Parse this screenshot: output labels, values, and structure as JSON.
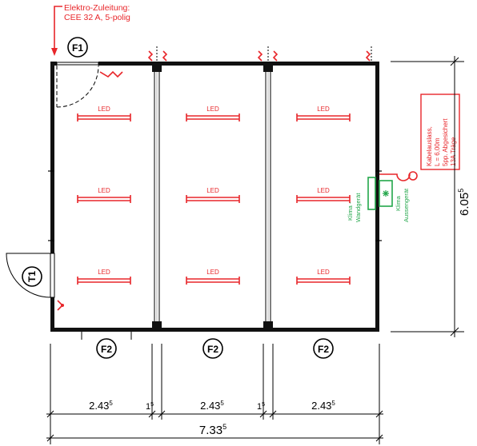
{
  "supply": {
    "line1": "Elektro-Zuleitung:",
    "line2": "CEE 32 A, 5-polig"
  },
  "labels": {
    "f1": "F1",
    "f2": "F2",
    "t1": "T1",
    "led": "LED"
  },
  "cable_box": {
    "line1": "Kabelauslass,",
    "line2": "L = 6,00m",
    "line3": "5pp. Abgesichert",
    "line4": "13A Träge"
  },
  "climate": {
    "indoor_line1": "Klima -",
    "indoor_line2": "Wandgerät",
    "outdoor_line1": "Klima",
    "outdoor_line2": "Aussengerät"
  },
  "dimensions": {
    "height_main": "6.05",
    "height_sup": "5",
    "module_main": "2.43",
    "module_sup": "5",
    "gap_main": "1",
    "gap_sup": "5",
    "total_main": "7.33",
    "total_sup": "5"
  },
  "colors": {
    "electric_red": "#e8262a",
    "climate_green": "#22a64a",
    "wall_black": "#111111"
  }
}
